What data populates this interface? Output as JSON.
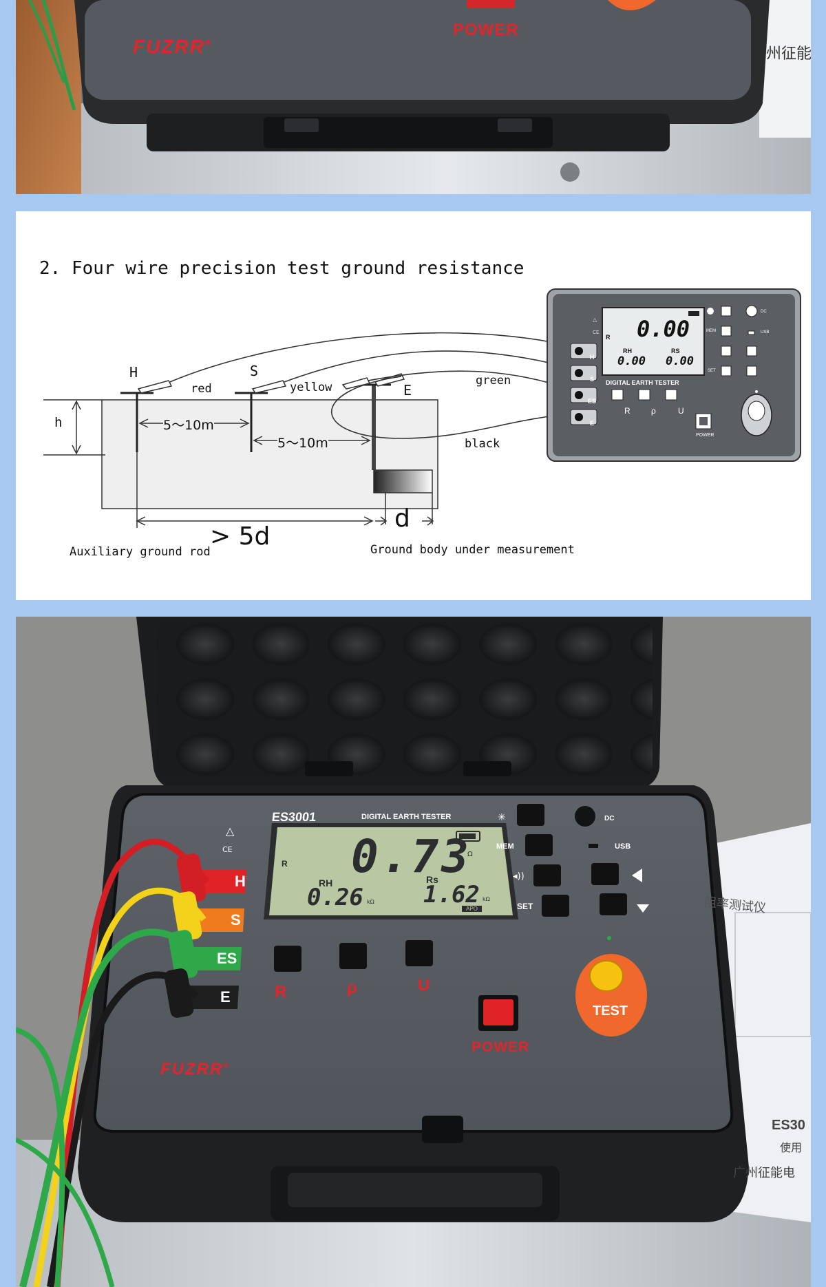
{
  "top_photo": {
    "brand": "FUZRR",
    "brand_mark": "®",
    "power_label": "POWER",
    "side_doc_text": "州征能"
  },
  "diagram": {
    "title": "2. Four wire precision test ground resistance",
    "rods": {
      "h": "H",
      "s": "S",
      "e": "E"
    },
    "depth_label": "h",
    "spacing_1": "5～10m",
    "spacing_2": "5～10m",
    "wires": {
      "red": "red",
      "yellow": "yellow",
      "green": "green",
      "black": "black"
    },
    "distance_main": "> 5d",
    "distance_d": "d",
    "caption_aux": "Auxiliary ground rod",
    "caption_body": "Ground body under measurement",
    "mini_device": {
      "main_reading": "0.00",
      "rh_label": "RH",
      "rs_label": "RS",
      "rh_value": "0.00",
      "rs_value": "0.00",
      "r_label": "R",
      "panel_title": "DIGITAL EARTH TESTER",
      "terminals": [
        "H",
        "S",
        "ES",
        "E"
      ],
      "buttons": [
        "R",
        "ρ",
        "U"
      ],
      "power": "POWER",
      "side_labels": {
        "mem": "MEM",
        "set": "SET",
        "usb": "USB",
        "dc": "DC"
      }
    }
  },
  "bottom_photo": {
    "model": "ES3001",
    "panel_title": "DIGITAL EARTH TESTER",
    "main_reading": "0.73",
    "main_unit": "Ω",
    "r_label": "R",
    "rh_label": "RH",
    "rs_label": "Rs",
    "rh_value": "0.26",
    "rs_value": "1.62",
    "sub_unit": "kΩ",
    "apo": "APO",
    "terminals": [
      "H",
      "S",
      "ES",
      "E"
    ],
    "buttons": [
      "R",
      "ρ",
      "U"
    ],
    "side_labels": {
      "mem": "MEM",
      "set": "SET",
      "usb": "USB",
      "dc": "DC"
    },
    "power_label": "POWER",
    "test_label": "TEST",
    "brand": "FUZRR",
    "brand_mark": "®",
    "manual_text_1": "阻率测试仪",
    "manual_text_2": "ES30",
    "manual_text_3": "使用",
    "manual_text_4": "广州征能电"
  },
  "colors": {
    "frame_blue": "#a6c8f1",
    "panel_grey": "#5a5f65",
    "lcd_green": "#b9c7a3",
    "brand_red": "#e0262b",
    "terminal_red": "#e02327",
    "terminal_orange": "#f07a1e",
    "terminal_green": "#2fa84a",
    "terminal_black": "#1f1f1f",
    "test_orange": "#f0682b",
    "test_yellow": "#f7c10f"
  }
}
